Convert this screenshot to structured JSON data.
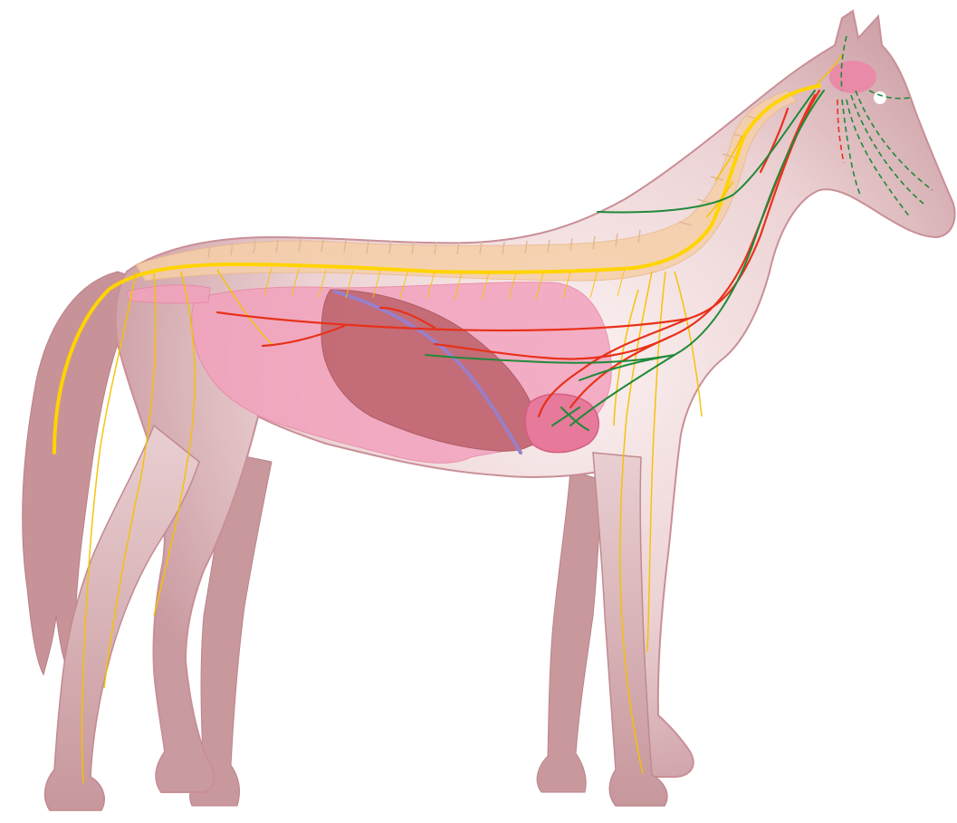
{
  "colors": {
    "background": "#ffffff",
    "body_outline": "#c98f97",
    "body_fill_edge": "#c99aa0",
    "body_fill_center": "#fbf1f1",
    "spine": "#f6cfa8",
    "spinal_cord": "#ffd400",
    "peripheral_nerve": "#f6c200",
    "sympathetic_nerve": "#e8311a",
    "parasympathetic_nerve": "#1f8a3a",
    "intestines": "#f2a2bd",
    "organ_dark": "#c0666f",
    "diaphragm": "#9a7fc8",
    "brain": "#e98aa8",
    "eye": "#ffffff"
  },
  "structures": [
    {
      "id": "body",
      "icon": "horse-silhouette"
    },
    {
      "id": "spine",
      "icon": "vertebral-column"
    },
    {
      "id": "spinal-cord",
      "icon": "nerve-line"
    },
    {
      "id": "brain",
      "icon": "brain-shape"
    },
    {
      "id": "eye",
      "icon": "eye-circle"
    },
    {
      "id": "intestines",
      "icon": "organ-mass"
    },
    {
      "id": "liver",
      "icon": "organ-mass"
    },
    {
      "id": "stomach",
      "icon": "organ-mass"
    },
    {
      "id": "diaphragm",
      "icon": "membrane-line"
    },
    {
      "id": "heart",
      "icon": "organ-mass"
    },
    {
      "id": "sympathetic-nerves",
      "icon": "nerve-line"
    },
    {
      "id": "parasympathetic-nerves",
      "icon": "nerve-line"
    },
    {
      "id": "peripheral-nerves",
      "icon": "nerve-line"
    }
  ]
}
